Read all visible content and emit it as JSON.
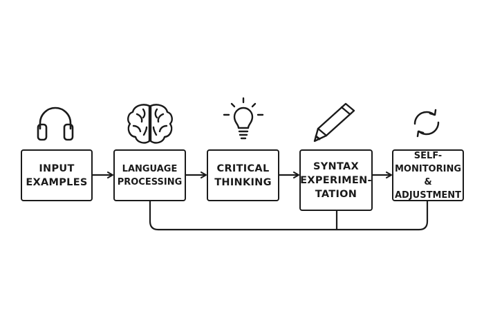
{
  "stages": [
    {
      "id": "input",
      "label": "INPUT\nEXAMPLES",
      "icon": "headphones-icon"
    },
    {
      "id": "language",
      "label": "LANGUAGE\nPROCESSING",
      "icon": "brain-icon"
    },
    {
      "id": "critical",
      "label": "CRITICAL\nTHINKING",
      "icon": "lightbulb-icon"
    },
    {
      "id": "syntax",
      "label": "SYNTAX\nEXPERIMEN-\nTATION",
      "icon": "pencil-icon"
    },
    {
      "id": "self",
      "label": "SELF-\nMONITORING\n& ADJUSTMENT",
      "icon": "refresh-cycle-icon"
    }
  ],
  "colors": {
    "stroke": "#1a1a1a",
    "background": "#ffffff"
  }
}
